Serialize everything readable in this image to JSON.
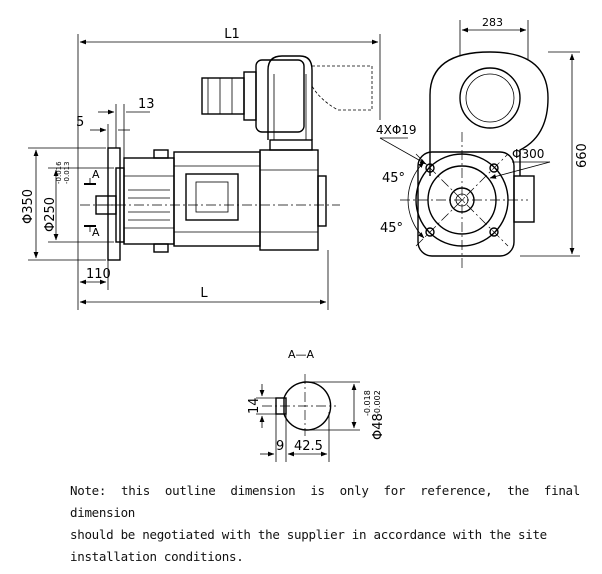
{
  "dimensions": {
    "L1": "L1",
    "L": "L",
    "d13": "13",
    "d5": "5",
    "d110": "110",
    "phi350": "Φ350",
    "phi250": "Φ250",
    "phi250_tol_upper": "-0.016",
    "phi250_tol_lower": "-0.013",
    "w283": "283",
    "h660": "660",
    "holes": "4XΦ19",
    "phi300": "Φ300",
    "angle_top": "45°",
    "angle_bottom": "45°",
    "sec_A_top": "A",
    "sec_A_bottom": "A"
  },
  "section": {
    "title": "A—A",
    "d14": "14",
    "d9": "9",
    "d42_5": "42.5",
    "phi48": "Φ48",
    "phi48_tol_upper": "-0.018",
    "phi48_tol_lower": "-0.002"
  },
  "note": {
    "line1": "Note: this outline dimension is only for reference, the final dimension",
    "line2": "should be negotiated with the supplier in accordance with the site",
    "line3": "installation conditions."
  }
}
